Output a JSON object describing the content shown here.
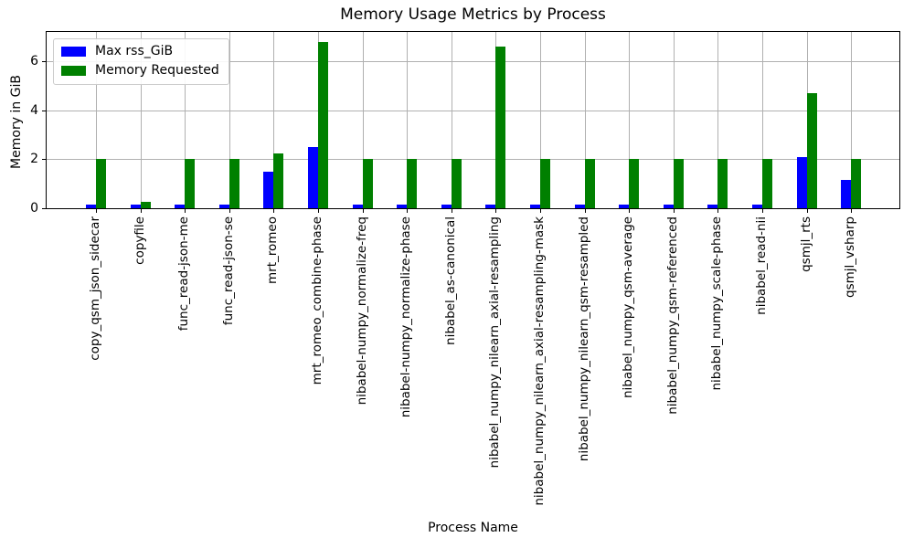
{
  "chart_data": {
    "type": "bar",
    "title": "Memory Usage Metrics by Process",
    "xlabel": "Process Name",
    "ylabel": "Memory in GiB",
    "ylim": [
      0,
      7.2
    ],
    "y_ticks": [
      0,
      2,
      4,
      6
    ],
    "grid": true,
    "legend_position": "upper left",
    "x_tick_rotation": 90,
    "categories": [
      "copy_qsm_json_sidecar",
      "copyfile",
      "func_read-json-me",
      "func_read-json-se",
      "mrt_romeo",
      "mrt_romeo_combine-phase",
      "nibabel-numpy_normalize-freq",
      "nibabel-numpy_normalize-phase",
      "nibabel_as-canonical",
      "nibabel_numpy_nilearn_axial-resampling",
      "nibabel_numpy_nilearn_axial-resampling-mask",
      "nibabel_numpy_nilearn_qsm-resampled",
      "nibabel_numpy_qsm-average",
      "nibabel_numpy_qsm-referenced",
      "nibabel_numpy_scale-phase",
      "nibabel_read-nii",
      "qsmjl_rts",
      "qsmjl_vsharp"
    ],
    "series": [
      {
        "name": "Max rss_GiB",
        "color": "#0000ff",
        "values": [
          0.15,
          0.15,
          0.15,
          0.15,
          1.5,
          2.5,
          0.15,
          0.15,
          0.15,
          0.15,
          0.15,
          0.15,
          0.15,
          0.15,
          0.15,
          0.15,
          2.1,
          1.15
        ]
      },
      {
        "name": "Memory Requested",
        "color": "#008000",
        "values": [
          2.0,
          0.25,
          2.0,
          2.0,
          2.25,
          6.8,
          2.0,
          2.0,
          2.0,
          6.6,
          2.0,
          2.0,
          2.0,
          2.0,
          2.0,
          2.0,
          4.7,
          2.0
        ]
      }
    ],
    "colors": {
      "grid": "#b0b0b0",
      "spine": "#000000",
      "background": "#ffffff",
      "legend_border": "#cccccc"
    }
  }
}
